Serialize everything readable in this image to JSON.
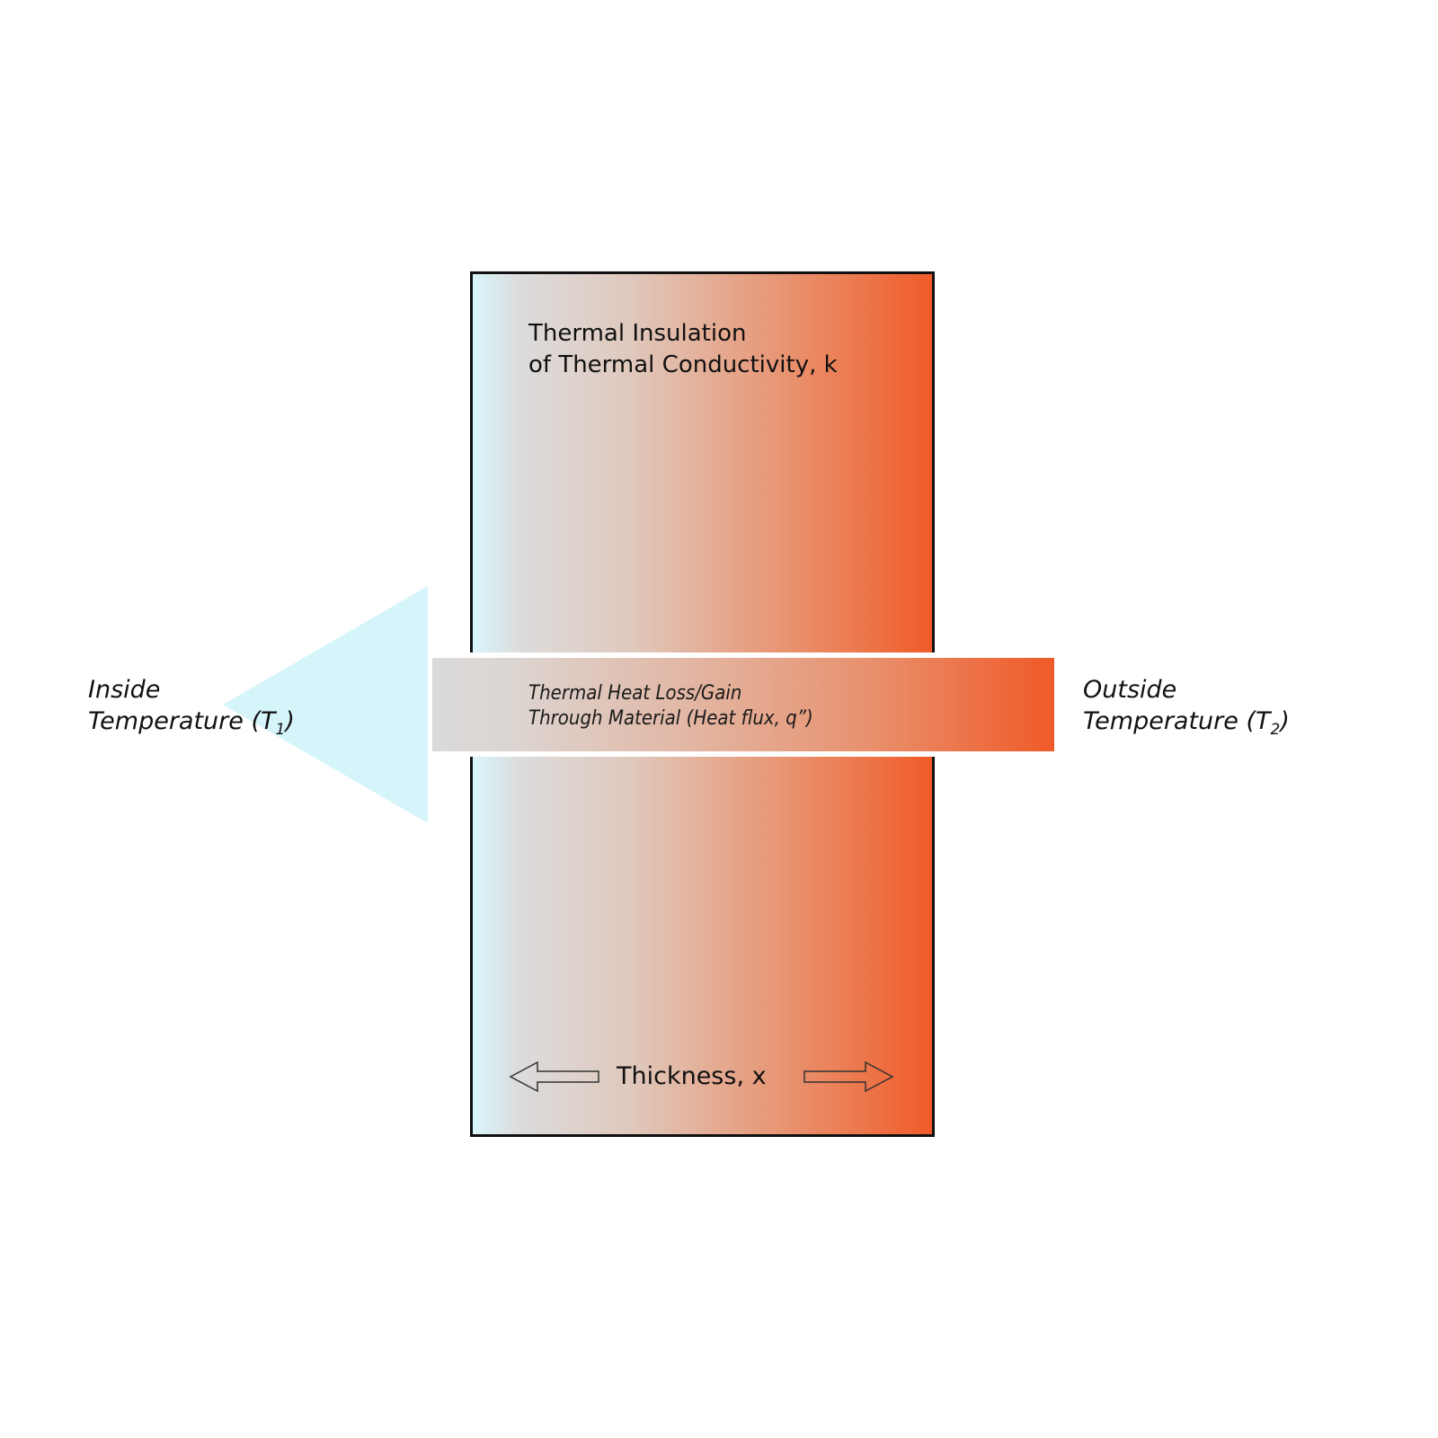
{
  "diagram": {
    "material": {
      "title_line1": "Thermal Insulation",
      "title_line2": "of Thermal Conductivity, k",
      "gradient_colors": [
        "#d8f6fc",
        "#dcdcdc",
        "#e0c8bc",
        "#e6a083",
        "#ec7c52",
        "#f05a28"
      ]
    },
    "heat_flux": {
      "line1": "Thermal Heat Loss/Gain",
      "line2": "Through Material (Heat flux, q”)",
      "direction": "right-to-left"
    },
    "inside": {
      "line1": "Inside",
      "line2_prefix": "Temperature (T",
      "subscript": "1",
      "line2_suffix": ")",
      "color": "#d5f5fb"
    },
    "outside": {
      "line1": "Outside",
      "line2_prefix": "Temperature (T",
      "subscript": "2",
      "line2_suffix": ")",
      "color": "#f05a28"
    },
    "thickness": {
      "label": "Thickness, x",
      "left_arrow_icon": "arrow-left-outline",
      "right_arrow_icon": "arrow-right-outline"
    }
  }
}
